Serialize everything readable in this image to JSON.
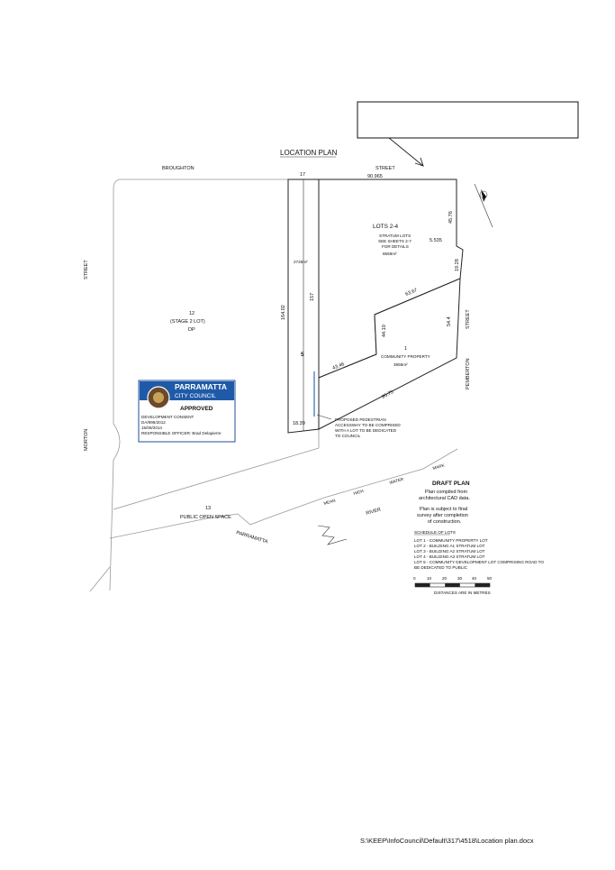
{
  "plan": {
    "title": "LOCATION PLAN",
    "streets": {
      "broughton": "BROUGHTON",
      "broughton_street": "STREET",
      "morton": "MORTON",
      "morton_street": "STREET",
      "pemberton": "PEMBERTON",
      "pemberton_street": "STREET",
      "parramatta": "PARRAMATTA",
      "river": "RIVER"
    },
    "dimensions": {
      "d17": "17",
      "d90": "90.965",
      "d4576": "45.76",
      "d5535": "5.535",
      "d1928": "19.28",
      "d6367": "63.67",
      "d544": "54.4",
      "d4410": "44.10",
      "d4346": "43.46",
      "d9575": "95.75",
      "d16402": "164.02",
      "d157": "157",
      "d1839": "18.39"
    },
    "lots": {
      "lots24_title": "LOTS 2-4",
      "lots24_l1": "STRATUM LOTS",
      "lots24_l2": "SEE SHEETS 2-7",
      "lots24_l3": "FOR DETAILS",
      "lots24_area": "8559m²",
      "lot1_no": "1",
      "lot1_name": "COMMUNITY PROPERTY",
      "lot1_area": "3959m²",
      "lot5_no": "5",
      "lot5_area": "2728m²",
      "lot12_no": "12",
      "lot12_name": "(STAGE 2 LOT)",
      "lot12_dp": "DP",
      "lot13_no": "13",
      "lot13_name": "PUBLIC OPEN SPACE"
    },
    "mhw": [
      "MEAN",
      "HIGH",
      "WATER",
      "MARK"
    ],
    "pedestrian_note": [
      "PROPOSED PEDESTRIAN",
      "ACCESSWAY TO BE COMPRISED",
      "WITH A LOT TO BE DEDICATED",
      "TO COUNCIL"
    ]
  },
  "stamp": {
    "council_line1": "PARRAMATTA",
    "council_line2": "CITY COUNCIL",
    "status": "APPROVED",
    "consent": "DEVELOPMENT CONSENT",
    "da": "DA/996/2012",
    "date": "15/08/2014",
    "officer": "RESPONSIBLE OFFICER: Brad Delapierre"
  },
  "draft": {
    "title": "DRAFT PLAN",
    "lines": [
      "Plan compiled from",
      "architectural CAD data.",
      "",
      "Plan is subject to final",
      "survey after completion",
      "of construction."
    ]
  },
  "schedule": {
    "title": "SCHEDULE OF LOTS",
    "rows": [
      "LOT 1   -  COMMUNITY PROPERTY LOT",
      "LOT 2   -  BUILDING A1 STRATUM LOT",
      "LOT 3   -  BUILDING A2 STRATUM LOT",
      "LOT 4   -  BUILDING A3 STRATUM LOT",
      "LOT 5   -  COMMUNITY DEVELOPMENT LOT COMPRISING ROAD TO",
      "               BE DEDICATED TO PUBLIC"
    ]
  },
  "scale": {
    "ticks": [
      "0",
      "10",
      "20",
      "30",
      "40",
      "50"
    ],
    "caption": "DISTANCES ARE IN METRES"
  },
  "footer": {
    "path": "S:\\KEEP\\InfoCouncil\\Default\\317\\4518\\Location plan.docx"
  }
}
